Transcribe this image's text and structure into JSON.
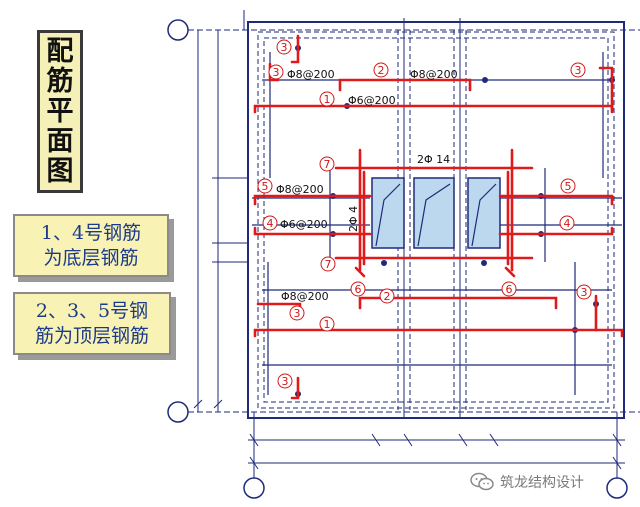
{
  "title_chars": [
    "配",
    "筋",
    "平",
    "面",
    "图"
  ],
  "notes": [
    {
      "lines": [
        "1、4号钢筋",
        "为底层钢筋"
      ]
    },
    {
      "lines": [
        "2、3、5号钢",
        "筋为顶层钢筋"
      ]
    }
  ],
  "labels": {
    "phi8_top": "Φ8@200",
    "phi8_mid": "Φ8@200",
    "phi6_top": "Φ6@200",
    "phi8_left": "Φ8@200",
    "phi6_left": "Φ6@200",
    "phi8_low": "Φ8@200",
    "bar_14": "2Φ 14",
    "bar_vert": "2Φ 4"
  },
  "circle_numbers": {
    "n1": "1",
    "n2": "2",
    "n3": "3",
    "n4": "4",
    "n5": "5",
    "n6": "6",
    "n7": "7"
  },
  "watermark": {
    "text": "筑龙结构设计",
    "icon": "wechat-icon"
  },
  "colors": {
    "rebar": "#e01a1a",
    "structure": "#1f2a7a",
    "opening": "#bcd8ee"
  }
}
